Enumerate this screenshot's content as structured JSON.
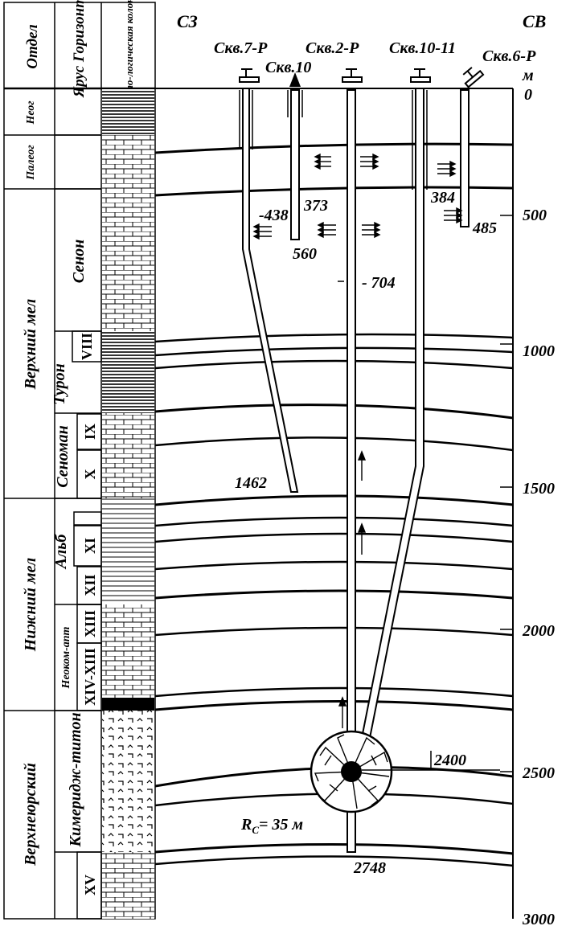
{
  "columns": {
    "otdel": "Отдел",
    "yarus": "Ярус Горизонт",
    "lito": "Лито-логическая колонка"
  },
  "directions": {
    "left": "СЗ",
    "right": "СВ"
  },
  "units": "м",
  "depth_ticks": [
    "0",
    "500",
    "1000",
    "1500",
    "2000",
    "2500",
    "3000"
  ],
  "otdel_labels": [
    "Неог",
    "Палеог",
    "Верхний мел",
    "Нижний мел",
    "Верхнеюрский"
  ],
  "yarus_labels": [
    "Сенон",
    "Турон",
    "Сеноман",
    "Альб",
    "Неоком-апт",
    "Кимеридж-титон"
  ],
  "horizons": [
    "VIII",
    "IX",
    "X",
    "XI",
    "XII",
    "XIII",
    "XIV-XIII",
    "XV"
  ],
  "wells": [
    {
      "name": "Скв.7-Р",
      "bottom": "1462",
      "mark": "438"
    },
    {
      "name": "Скв.10",
      "bottom": "560",
      "mark": "373"
    },
    {
      "name": "Скв.2-Р",
      "bottom": "2748",
      "mark": "704"
    },
    {
      "name": "Скв.10-11",
      "mark": "384"
    },
    {
      "name": "Скв.6-Р",
      "bottom": "485"
    }
  ],
  "annotations": {
    "contact": "2400",
    "radius": "R",
    "radius_sub": "C",
    "radius_value": "= 35 м"
  }
}
